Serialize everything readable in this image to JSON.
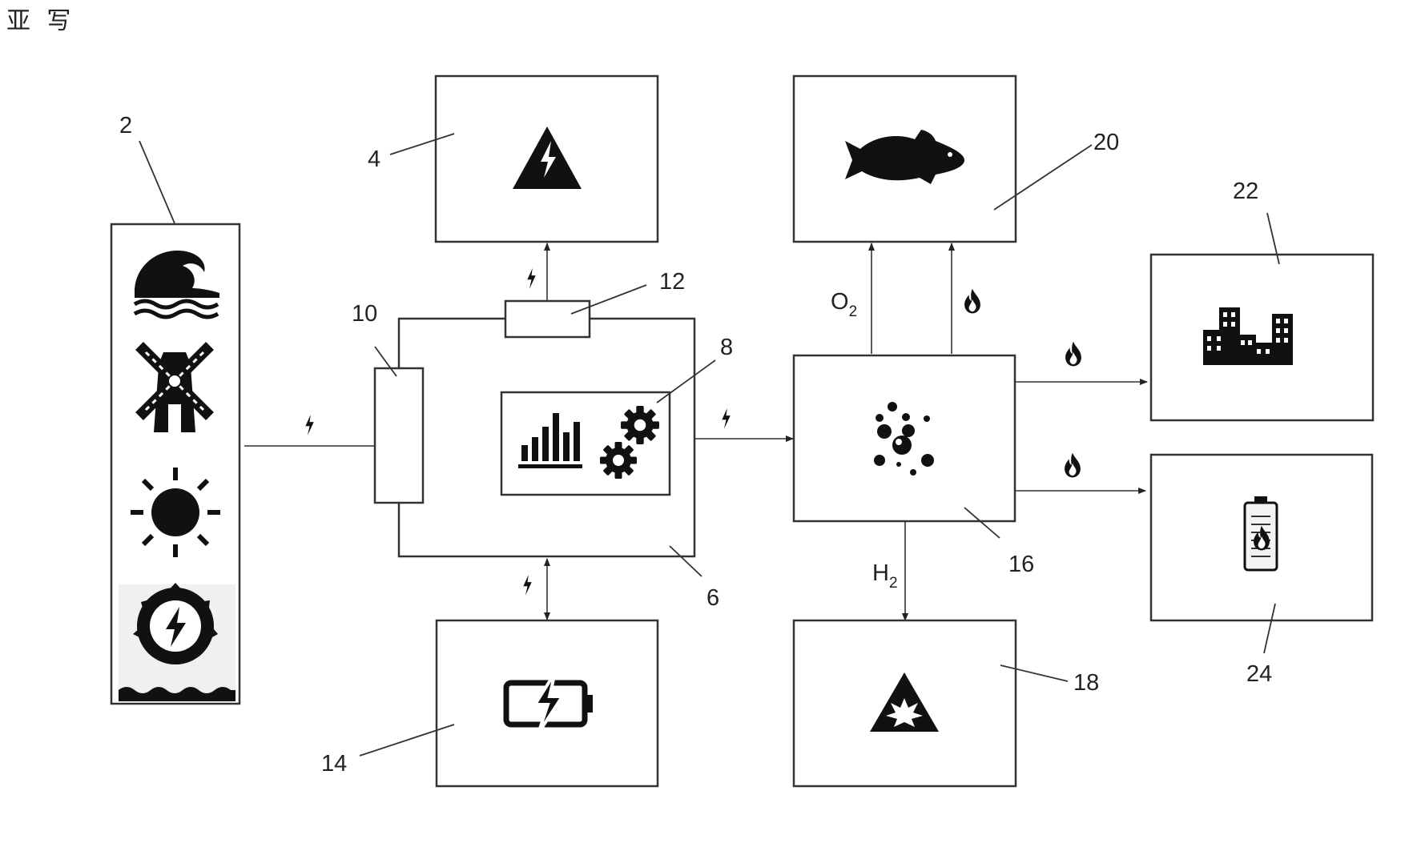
{
  "header_mark": "亚 写",
  "reference_numerals": {
    "sources": "2",
    "grid": "4",
    "controller": "6",
    "control_unit": "8",
    "input_converter": "10",
    "grid_converter": "12",
    "battery": "14",
    "electrolyser": "16",
    "hydrogen_hazard": "18",
    "fish_farm": "20",
    "buildings": "22",
    "heat_storage": "24"
  },
  "flow_labels": {
    "oxygen": "O",
    "oxygen_sub": "2",
    "hydrogen": "H",
    "hydrogen_sub": "2"
  }
}
